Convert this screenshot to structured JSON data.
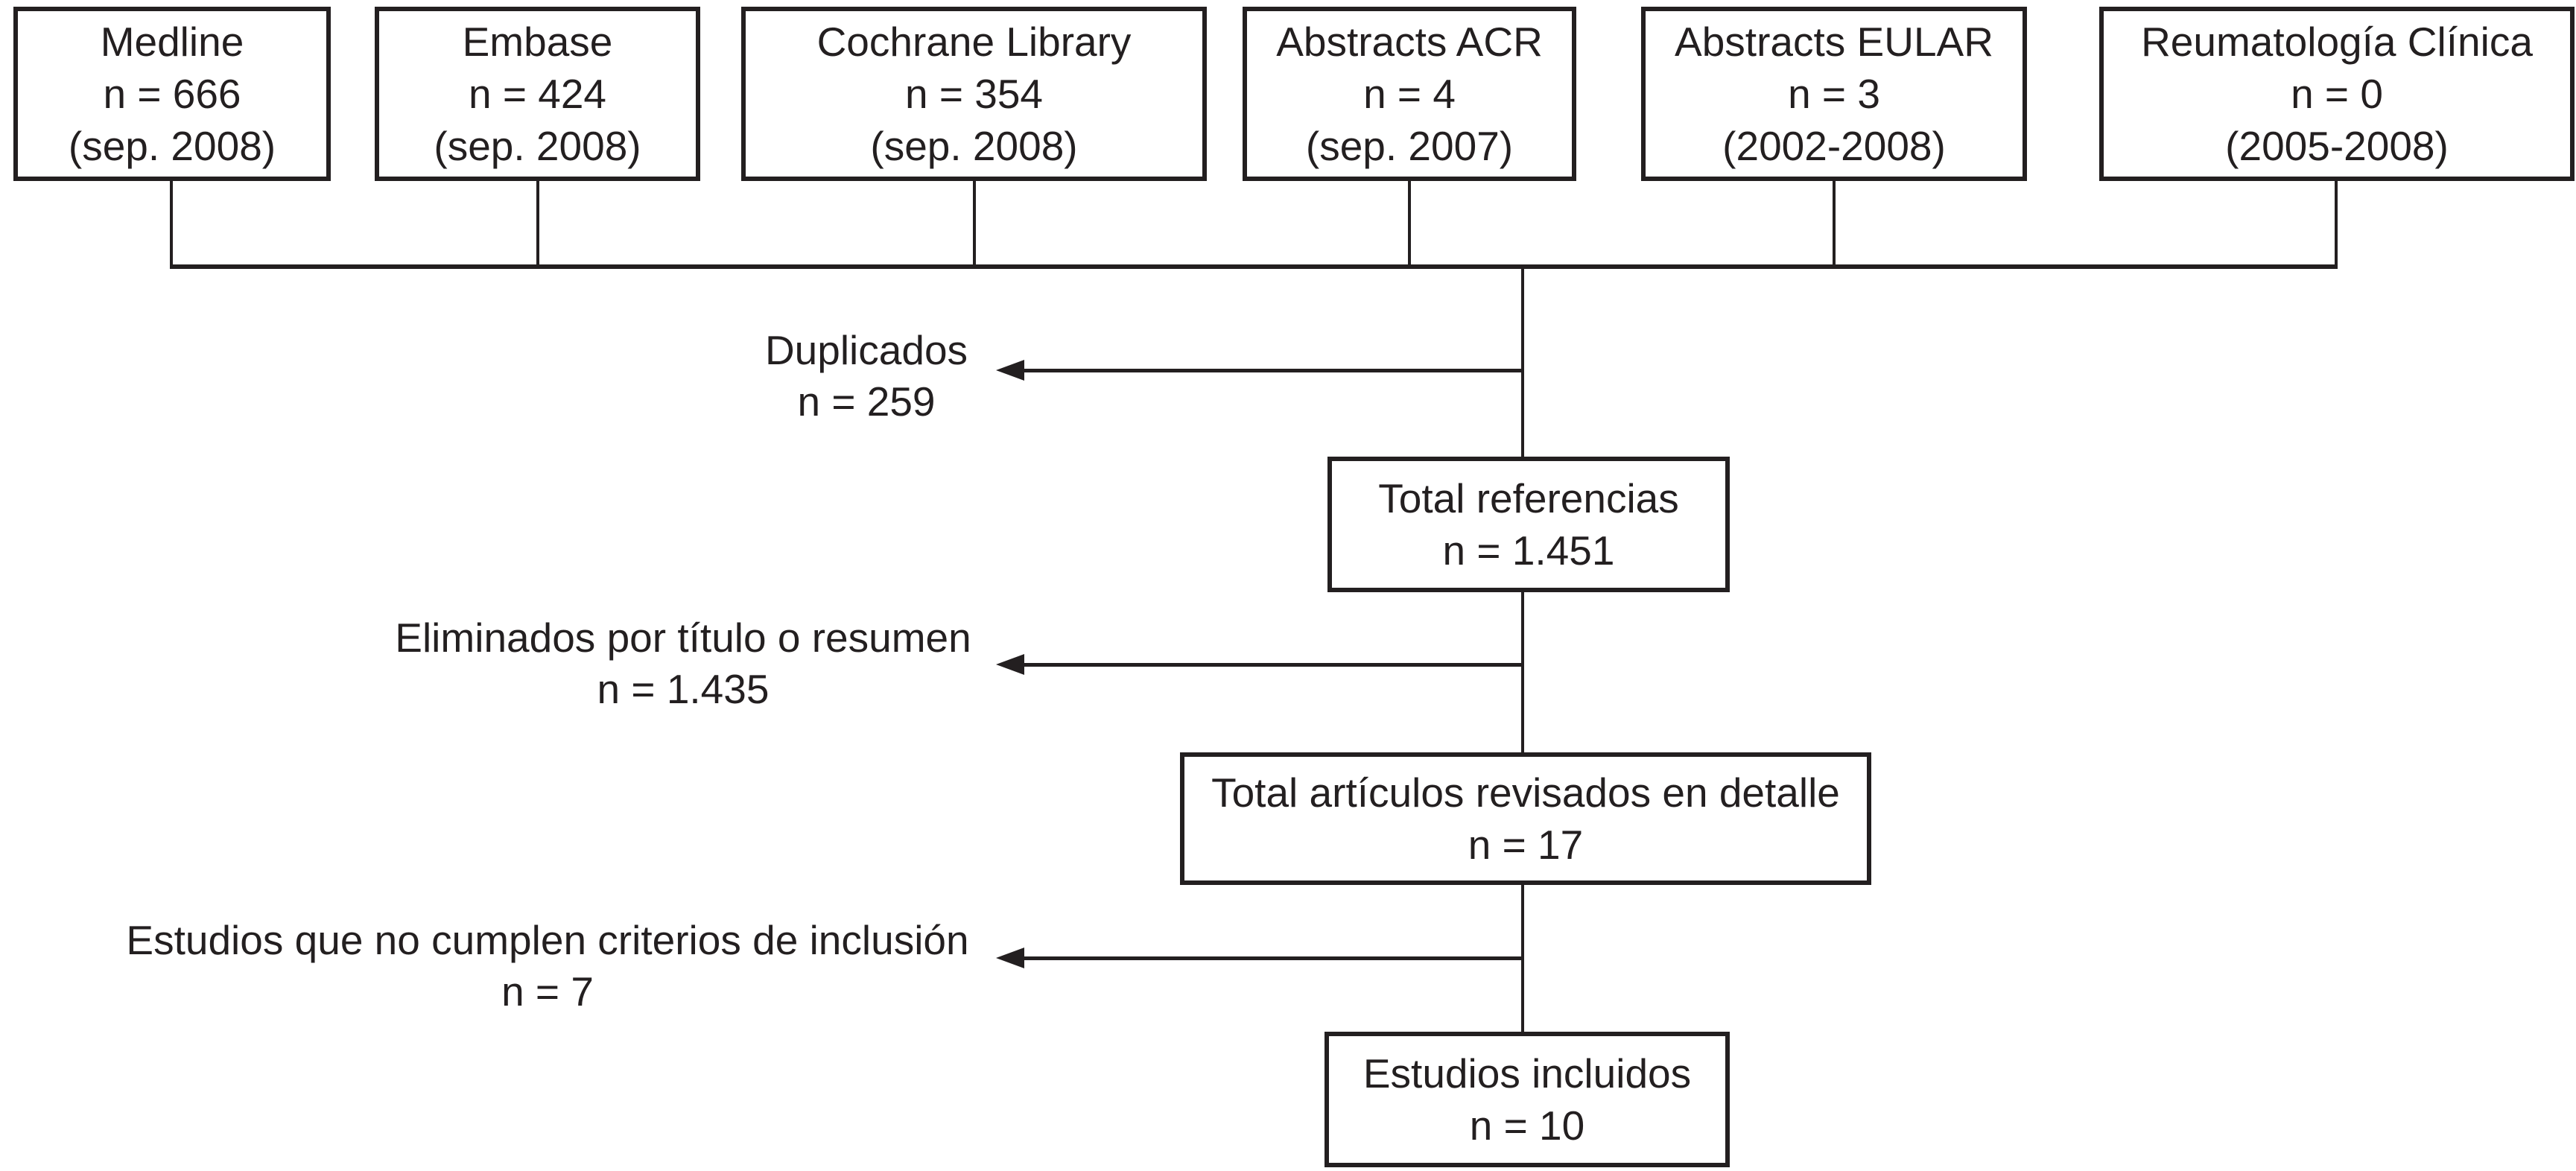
{
  "diagram": {
    "kind": "flowchart"
  },
  "colors": {
    "ink": "#231f20",
    "background": "#ffffff",
    "box_fill": "#ffffff"
  },
  "sources": [
    {
      "name": "Medline",
      "n": "n = 666",
      "period": "(sep. 2008)"
    },
    {
      "name": "Embase",
      "n": "n = 424",
      "period": "(sep. 2008)"
    },
    {
      "name": "Cochrane Library",
      "n": "n = 354",
      "period": "(sep. 2008)"
    },
    {
      "name": "Abstracts ACR",
      "n": "n = 4",
      "period": "(sep. 2007)"
    },
    {
      "name": "Abstracts EULAR",
      "n": "n = 3",
      "period": "(2002-2008)"
    },
    {
      "name": "Reumatología Clínica",
      "n": "n = 0",
      "period": "(2005-2008)"
    }
  ],
  "stages": [
    {
      "label": "Total referencias",
      "n": "n = 1.451"
    },
    {
      "label": "Total artículos revisados en detalle",
      "n": "n = 17"
    },
    {
      "label": "Estudios incluidos",
      "n": "n = 10"
    }
  ],
  "exclusions": [
    {
      "label": "Duplicados",
      "n": "n = 259"
    },
    {
      "label": "Eliminados por título o resumen",
      "n": "n = 1.435"
    },
    {
      "label": "Estudios que no cumplen criterios de inclusión",
      "n": "n = 7"
    }
  ]
}
